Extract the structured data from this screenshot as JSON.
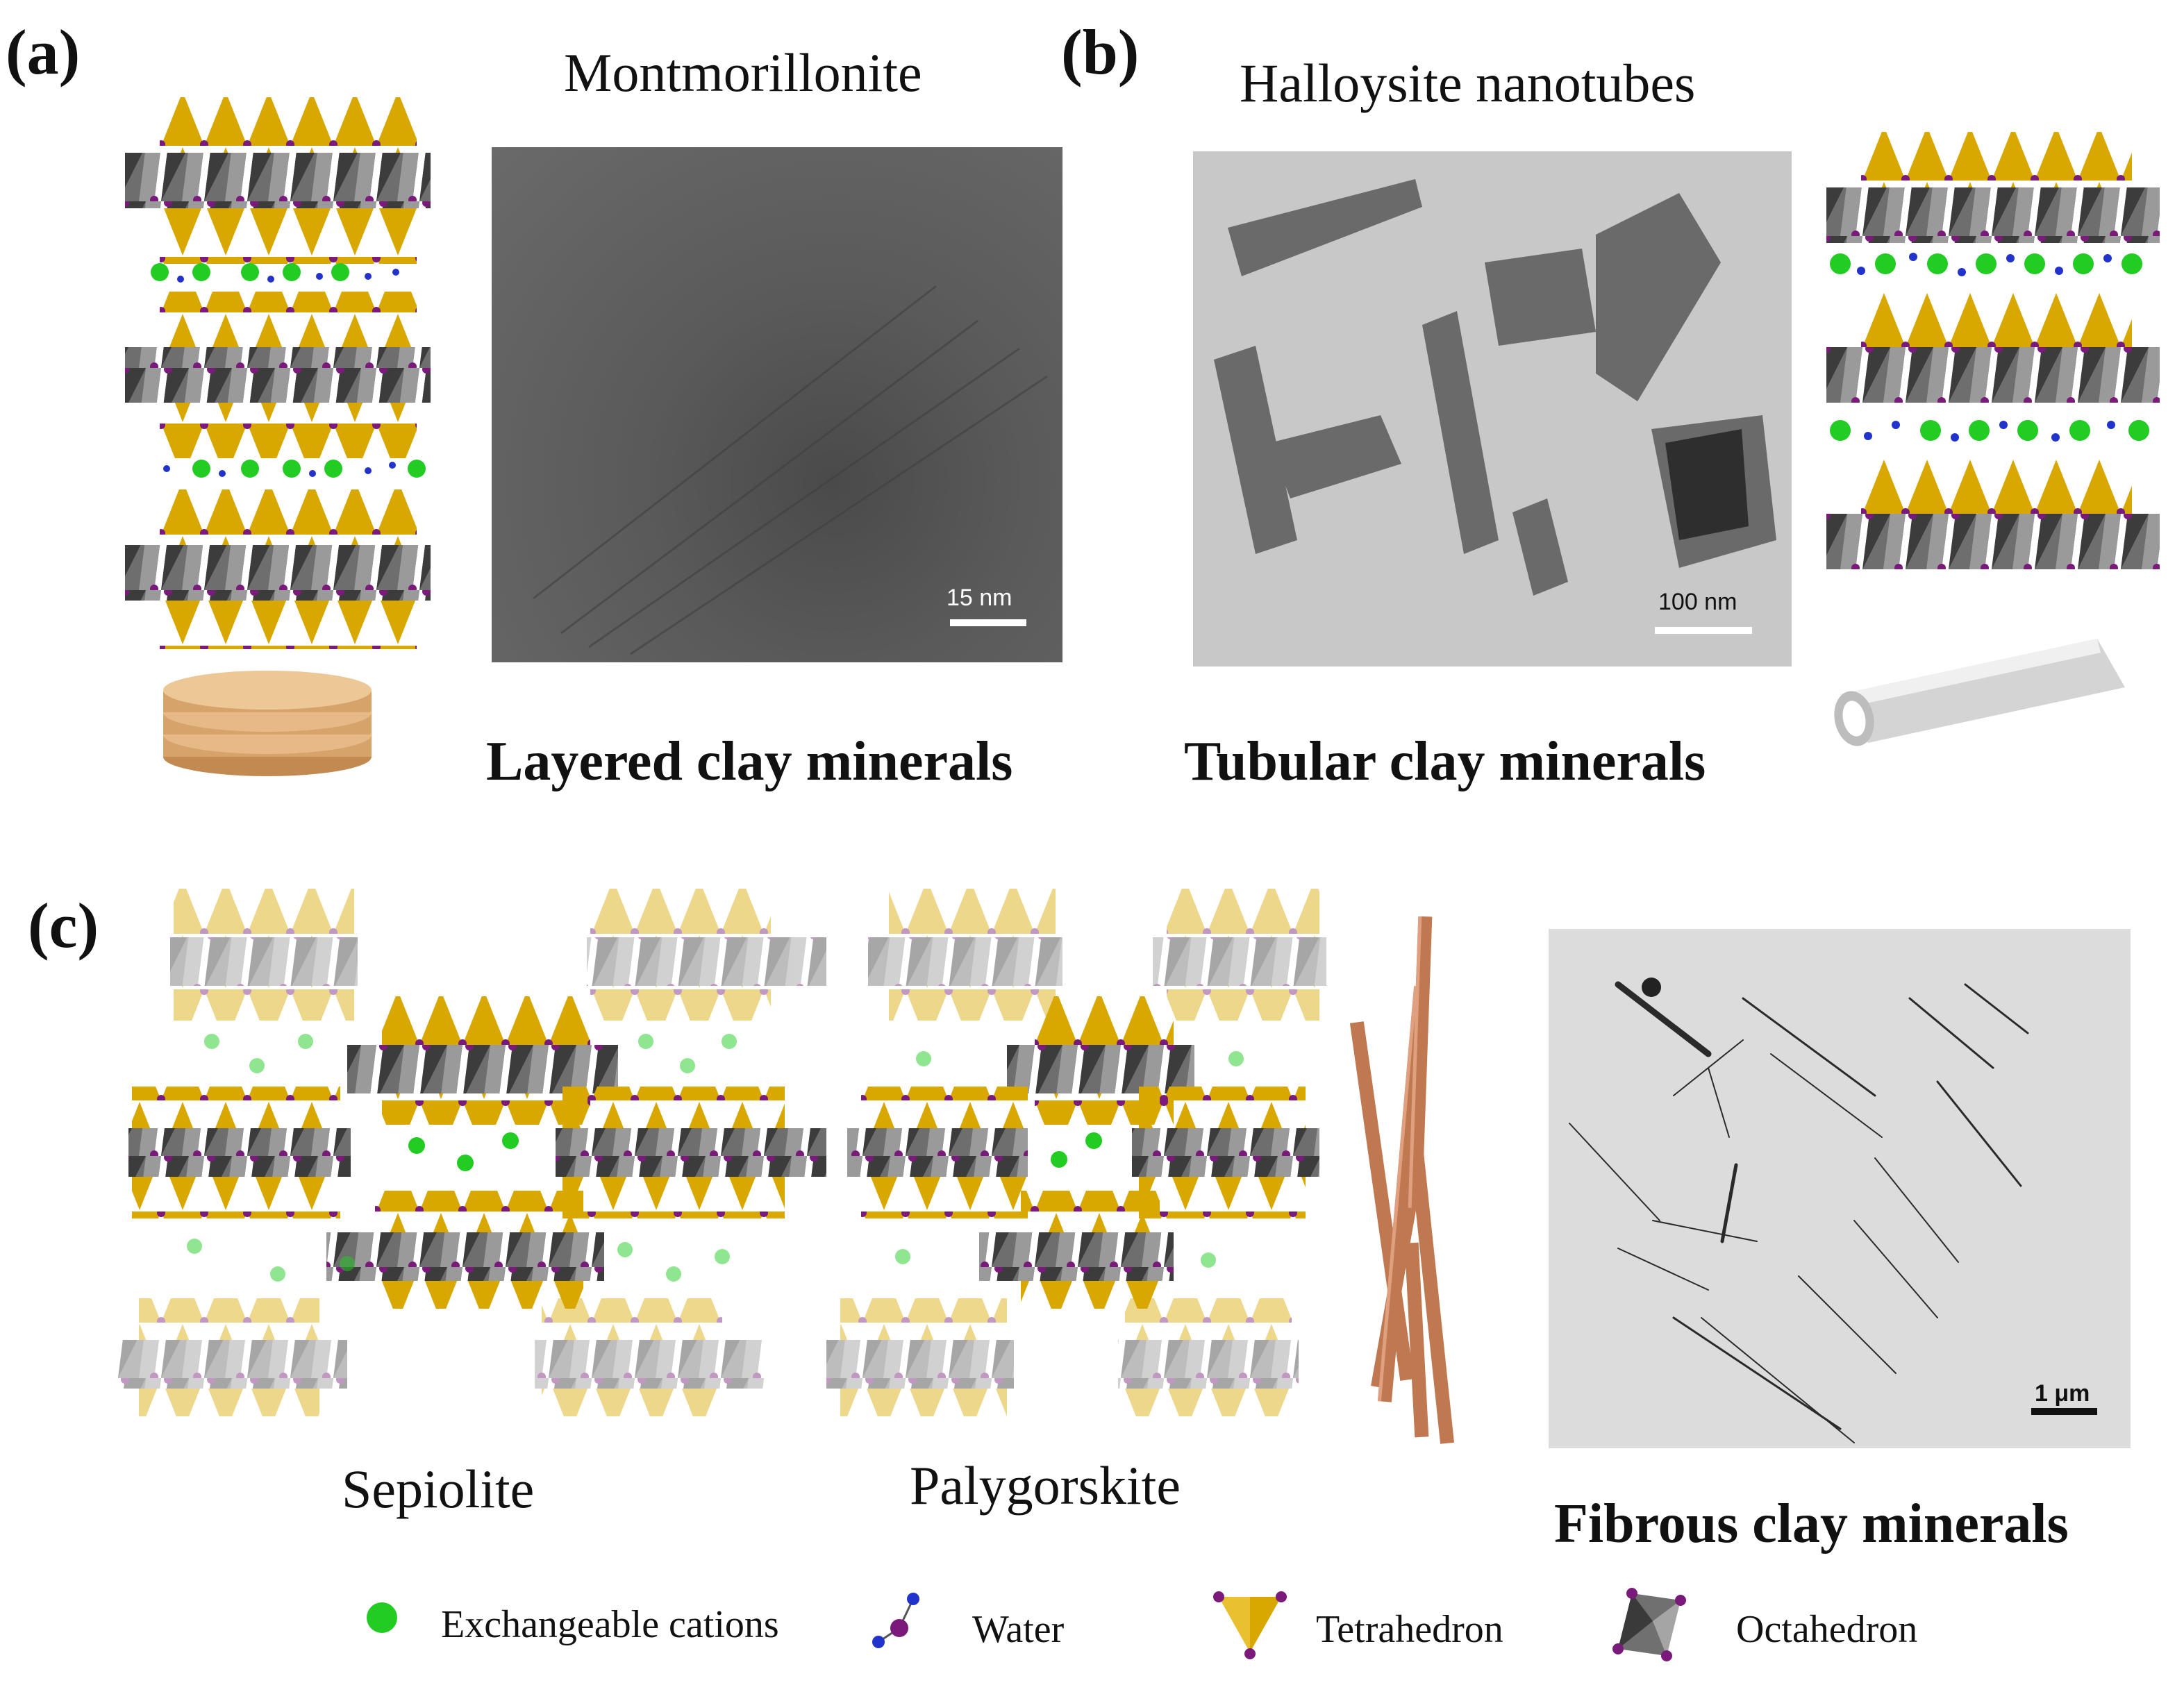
{
  "panels": {
    "a": {
      "letter": "(a)",
      "title": "Montmorillonite",
      "scale_bar": "15 nm",
      "caption": "Layered clay minerals"
    },
    "b": {
      "letter": "(b)",
      "title": "Halloysite nanotubes",
      "scale_bar": "100 nm",
      "caption": "Tubular clay minerals"
    },
    "c": {
      "letter": "(c)",
      "labels": [
        "Sepiolite",
        "Palygorskite"
      ],
      "scale_bar": "1 μm",
      "caption": "Fibrous clay minerals"
    }
  },
  "legend": [
    {
      "icon": "cation-icon",
      "label": "Exchangeable cations"
    },
    {
      "icon": "water-icon",
      "label": "Water"
    },
    {
      "icon": "tetrahedron-icon",
      "label": "Tetrahedron"
    },
    {
      "icon": "octahedron-icon",
      "label": "Octahedron"
    }
  ],
  "colors": {
    "tetrahedron": "#d9a800",
    "octahedron": "#707070",
    "cation": "#22cc22",
    "water_h": "#2233cc",
    "water_o": "#7a1a7a",
    "disc": "#d6a36a",
    "rod": "#c07850"
  }
}
